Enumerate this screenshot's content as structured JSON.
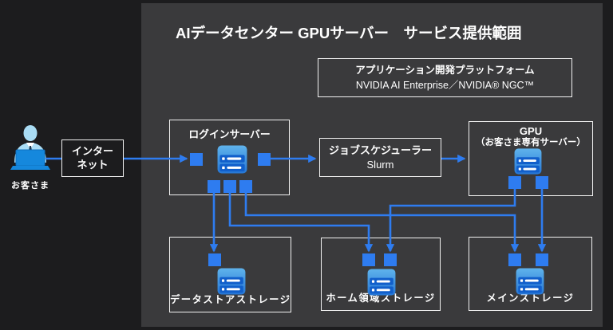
{
  "title": "AIデータセンター GPUサーバー　サービス提供範囲",
  "platform": {
    "line1": "アプリケーション開発プラットフォーム",
    "line2": "NVIDIA AI Enterprise／NVIDIA® NGC™"
  },
  "customer": {
    "label": "お客さま"
  },
  "internet": {
    "line1": "インター",
    "line2": "ネット"
  },
  "login_server": {
    "label": "ログインサーバー"
  },
  "job_scheduler": {
    "line1": "ジョブスケジューラー",
    "line2": "Slurm"
  },
  "gpu": {
    "line1": "GPU",
    "line2": "（お客さま専有サーバー）"
  },
  "storage": {
    "datastore": "データストアストレージ",
    "home": "ホーム領域ストレージ",
    "main": "メインストレージ"
  },
  "icons": {
    "customer": "person-with-laptop-icon",
    "server": "server-stack-icon"
  },
  "colors": {
    "accent_blue": "#2e7cf0",
    "panel_bg": "#3a3a3c",
    "outer_bg": "#1c1c1e",
    "box_border": "#f2f2f2",
    "icon_blue_light": "#58ade9",
    "icon_blue_dark": "#115fcb"
  }
}
